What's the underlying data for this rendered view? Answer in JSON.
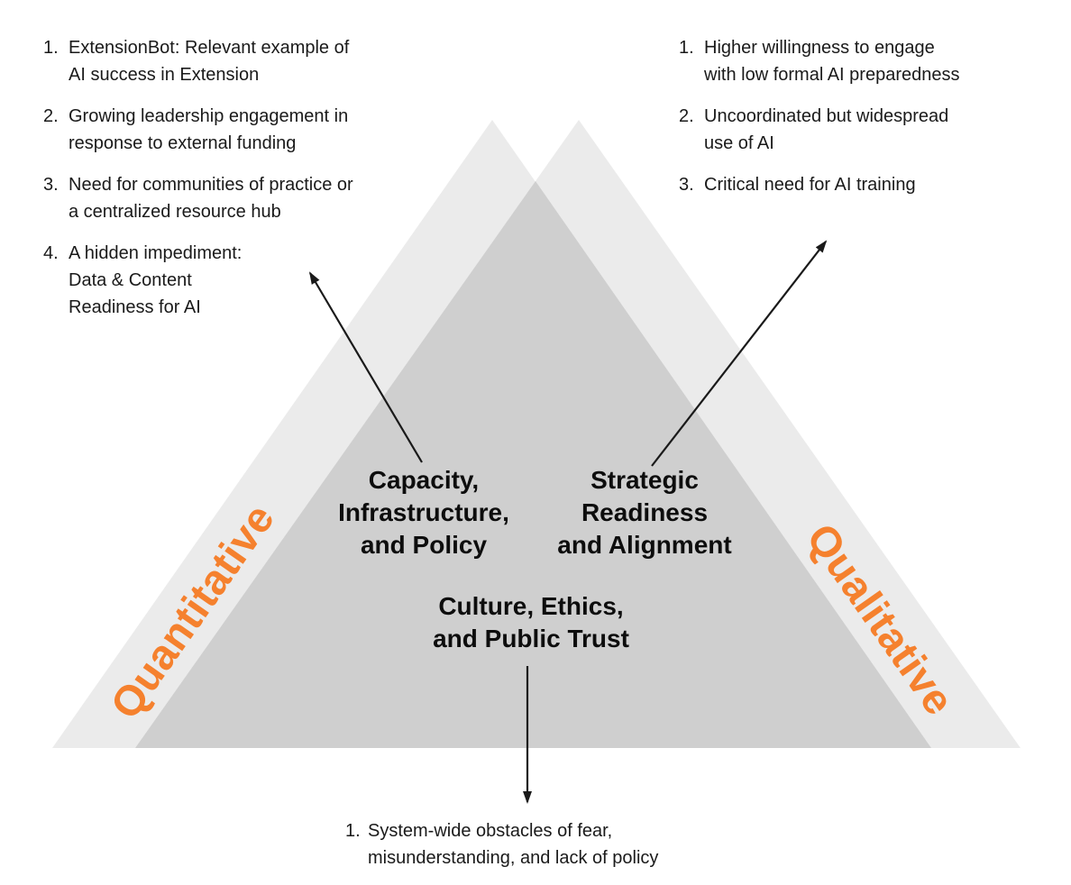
{
  "colors": {
    "orange_accent": "#F5812E",
    "triangle_light": "#EBEBEB",
    "triangle_overlap": "#CFCFCF",
    "arrow": "#1A1A1A",
    "text": "#1A1A1A"
  },
  "side_labels": {
    "left": "Quantitative",
    "right": "Qualitative"
  },
  "themes": {
    "capacity": "Capacity,\nInfrastructure,\nand Policy",
    "strategic": "Strategic\nReadiness\nand Alignment",
    "culture": "Culture, Ethics,\nand Public Trust"
  },
  "lists": {
    "left": {
      "items": [
        {
          "num": "1.",
          "text": "ExtensionBot: Relevant example of\nAI success in Extension"
        },
        {
          "num": "2.",
          "text": "Growing leadership engagement in\nresponse to external funding"
        },
        {
          "num": "3.",
          "text": "Need for communities of practice or\na centralized resource hub"
        },
        {
          "num": "4.",
          "text": "A hidden impediment:\nData & Content\nReadiness for AI"
        }
      ]
    },
    "right": {
      "items": [
        {
          "num": "1.",
          "text": "Higher willingness to engage\nwith low formal AI preparedness"
        },
        {
          "num": "2.",
          "text": "Uncoordinated but widespread\nuse of AI"
        },
        {
          "num": "3.",
          "text": "Critical need for AI training"
        }
      ]
    },
    "bottom": {
      "items": [
        {
          "num": "1.",
          "text": "System-wide obstacles of fear,\nmisunderstanding, and lack of policy"
        }
      ]
    }
  }
}
